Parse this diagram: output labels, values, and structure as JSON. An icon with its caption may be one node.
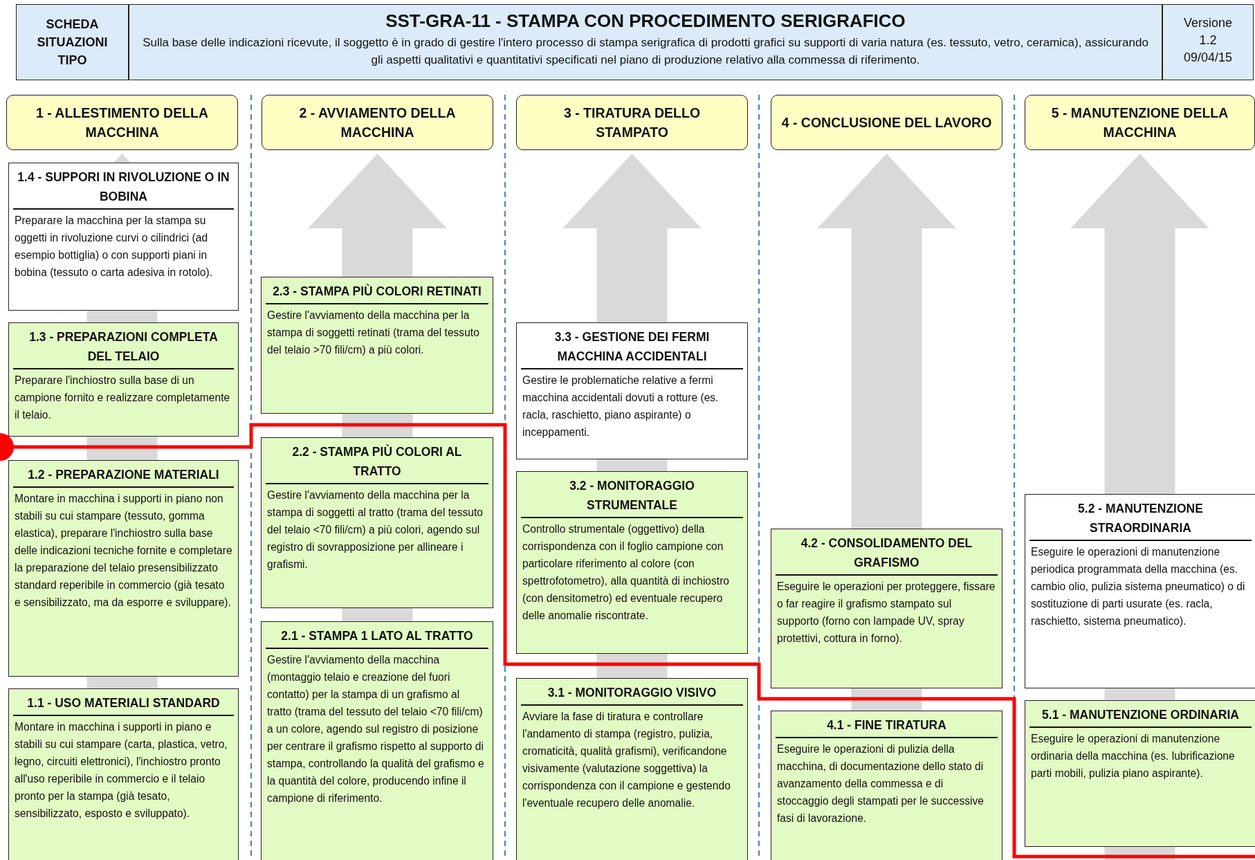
{
  "diagram": {
    "nodes": [
      {
        "text": [
          "SCHEDA SITUAZIONI TIPO"
        ]
      },
      {
        "text": [
          "SST-GRA-11 - STAMPA CON PROCEDIMENTO SERIGRAFICO",
          "Sulla base delle indicazioni ricevute, il soggetto è in grado di gestire l'intero processo di stampa serigrafica di prodotti grafici su supporti di varia natura (es. tessuto, vetro, ceramica), assicurando gli aspetti qualitativi e quantitativi specificati nel piano di produzione relativo alla commessa di riferimento."
        ]
      },
      {
        "text": [
          "Versione",
          "1.2",
          "09/04/15"
        ]
      },
      {
        "text": [
          "1 - ALLESTIMENTO DELLA MACCHINA"
        ]
      },
      {
        "text": [
          "2 - AVVIAMENTO DELLA MACCHINA"
        ]
      },
      {
        "text": [
          "3 - TIRATURA DELLO STAMPATO"
        ]
      },
      {
        "text": [
          "4 - CONCLUSIONE DEL LAVORO"
        ]
      },
      {
        "text": [
          "5 - MANUTENZIONE DELLA MACCHINA"
        ]
      },
      {
        "text": [
          "1.4 - SUPPORI IN RIVOLUZIONE O IN BOBINA",
          "Preparare la macchina per la stampa su oggetti in rivoluzione curvi o cilindrici (ad esempio bottiglia) o con supporti piani in bobina (tessuto o carta adesiva in rotolo)."
        ]
      },
      {
        "text": [
          "1.3 - PREPARAZIONI COMPLETA DEL TELAIO",
          "Preparare l'inchiostro sulla base di un campione fornito e realizzare completamente il telaio."
        ]
      },
      {
        "text": [
          "1.2 - PREPARAZIONE MATERIALI",
          "Montare in macchina i supporti in piano non stabili su cui stampare (tessuto, gomma elastica), preparare l'inchiostro sulla base delle indicazioni tecniche fornite e completare la preparazione del telaio presensibilizzato standard reperibile in commercio (già tesato e sensibilizzato, ma da esporre e sviluppare)."
        ]
      },
      {
        "text": [
          "1.1 - USO MATERIALI STANDARD",
          "Montare in macchina i supporti in piano e stabili su cui stampare (carta, plastica, vetro, legno, circuiti elettronici), l'inchiostro pronto all'uso reperibile in commercio e il telaio pronto per la stampa (già tesato, sensibilizzato, esposto e sviluppato)."
        ]
      },
      {
        "text": [
          "2.3 - STAMPA PIÙ COLORI RETINATI",
          "Gestire l'avviamento della macchina per la stampa di soggetti retinati (trama del tessuto del telaio >70 fili/cm) a più colori."
        ]
      },
      {
        "text": [
          "2.2 - STAMPA PIÙ COLORI AL TRATTO",
          "Gestire l'avviamento della macchina per la stampa di soggetti al tratto (trama del tessuto del telaio <70 fili/cm) a più colori, agendo sul registro di sovrapposizione per allineare i grafismi."
        ]
      },
      {
        "text": [
          "2.1 - STAMPA 1 LATO AL TRATTO",
          "Gestire l'avviamento della macchina (montaggio telaio e creazione del fuori contatto) per la stampa di un grafismo al tratto (trama del tessuto del telaio <70 fili/cm) a un colore, agendo sul registro di posizione per centrare il grafismo rispetto al supporto di stampa, controllando la qualità del grafismo e la quantità del colore, producendo infine il campione di riferimento."
        ]
      },
      {
        "text": [
          "3.3 - GESTIONE DEI FERMI MACCHINA ACCIDENTALI",
          "Gestire le problematiche relative a fermi macchina accidentali dovuti a rotture (es. racla, raschietto, piano aspirante) o inceppamenti."
        ]
      },
      {
        "text": [
          "3.2 - MONITORAGGIO STRUMENTALE",
          "Controllo strumentale (oggettivo) della corrispondenza con il foglio campione con particolare riferimento al colore (con spettrofotometro), alla quantità di inchiostro (con densitometro) ed eventuale recupero delle anomalie riscontrate."
        ]
      },
      {
        "text": [
          "3.1 - MONITORAGGIO VISIVO",
          "Avviare la fase di tiratura e controllare l'andamento di stampa (registro, pulizia, cromaticità, qualità grafismi), verificandone visivamente (valutazione soggettiva) la corrispondenza con il campione e gestendo l'eventuale recupero delle anomalie."
        ]
      },
      {
        "text": [
          "4.2 - CONSOLIDAMENTO DEL GRAFISMO",
          "Eseguire le operazioni per proteggere, fissare o far reagire il grafismo stampato sul supporto (forno con lampade UV, spray protettivi, cottura in forno)."
        ]
      },
      {
        "text": [
          "4.1 - FINE TIRATURA",
          "Eseguire le operazioni di pulizia della macchina, di documentazione dello stato di avanzamento della commessa e di stoccaggio degli stampati per le successive fasi di lavorazione."
        ]
      },
      {
        "text": [
          "5.2 - MANUTENZIONE STRAORDINARIA",
          "Eseguire le operazioni di manutenzione periodica programmata della macchina (es. cambio olio, pulizia sistema pneumatico) o di sostituzione di parti usurate (es. racla, raschietto, sistema pneumatico)."
        ]
      },
      {
        "text": [
          "5.1 - MANUTENZIONE ORDINARIA",
          "Eseguire le operazioni di manutenzione ordinaria della macchina (es. lubrificazione parti mobili, pulizia piano aspirante)."
        ]
      }
    ]
  }
}
